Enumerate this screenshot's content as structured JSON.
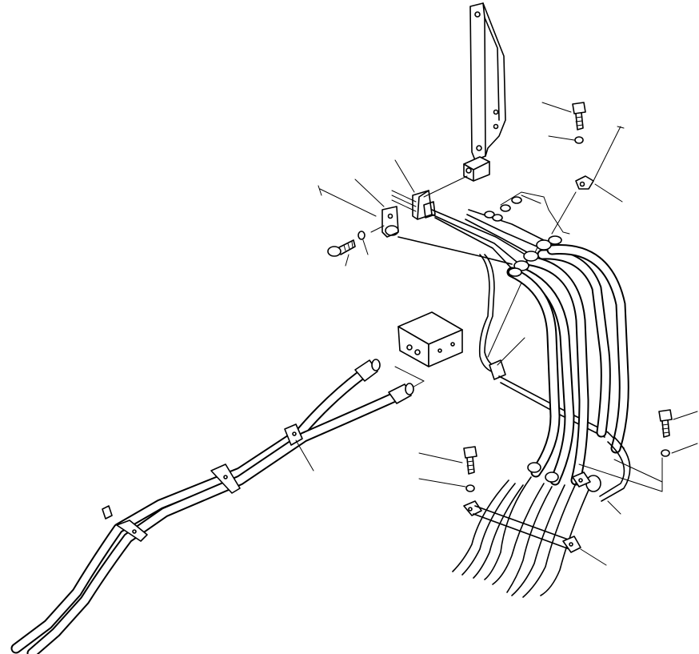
{
  "figure": {
    "background": "#ffffff",
    "ink": "#000000",
    "text_labels": []
  },
  "parts": [
    {
      "name": "mounting-bracket"
    },
    {
      "name": "bracket-pivot"
    },
    {
      "name": "upper-bolt"
    },
    {
      "name": "upper-washer"
    },
    {
      "name": "upper-clip"
    },
    {
      "name": "left-bolt"
    },
    {
      "name": "left-washer"
    },
    {
      "name": "left-clip"
    },
    {
      "name": "hose-clamp-block"
    },
    {
      "name": "valve-block"
    },
    {
      "name": "wiring-harness"
    },
    {
      "name": "hose-bundle"
    },
    {
      "name": "lower-bolt-left"
    },
    {
      "name": "lower-washer-left"
    },
    {
      "name": "lower-bolt-right"
    },
    {
      "name": "lower-washer-right"
    },
    {
      "name": "cross-bar-clamp"
    },
    {
      "name": "harness-clamps"
    }
  ]
}
